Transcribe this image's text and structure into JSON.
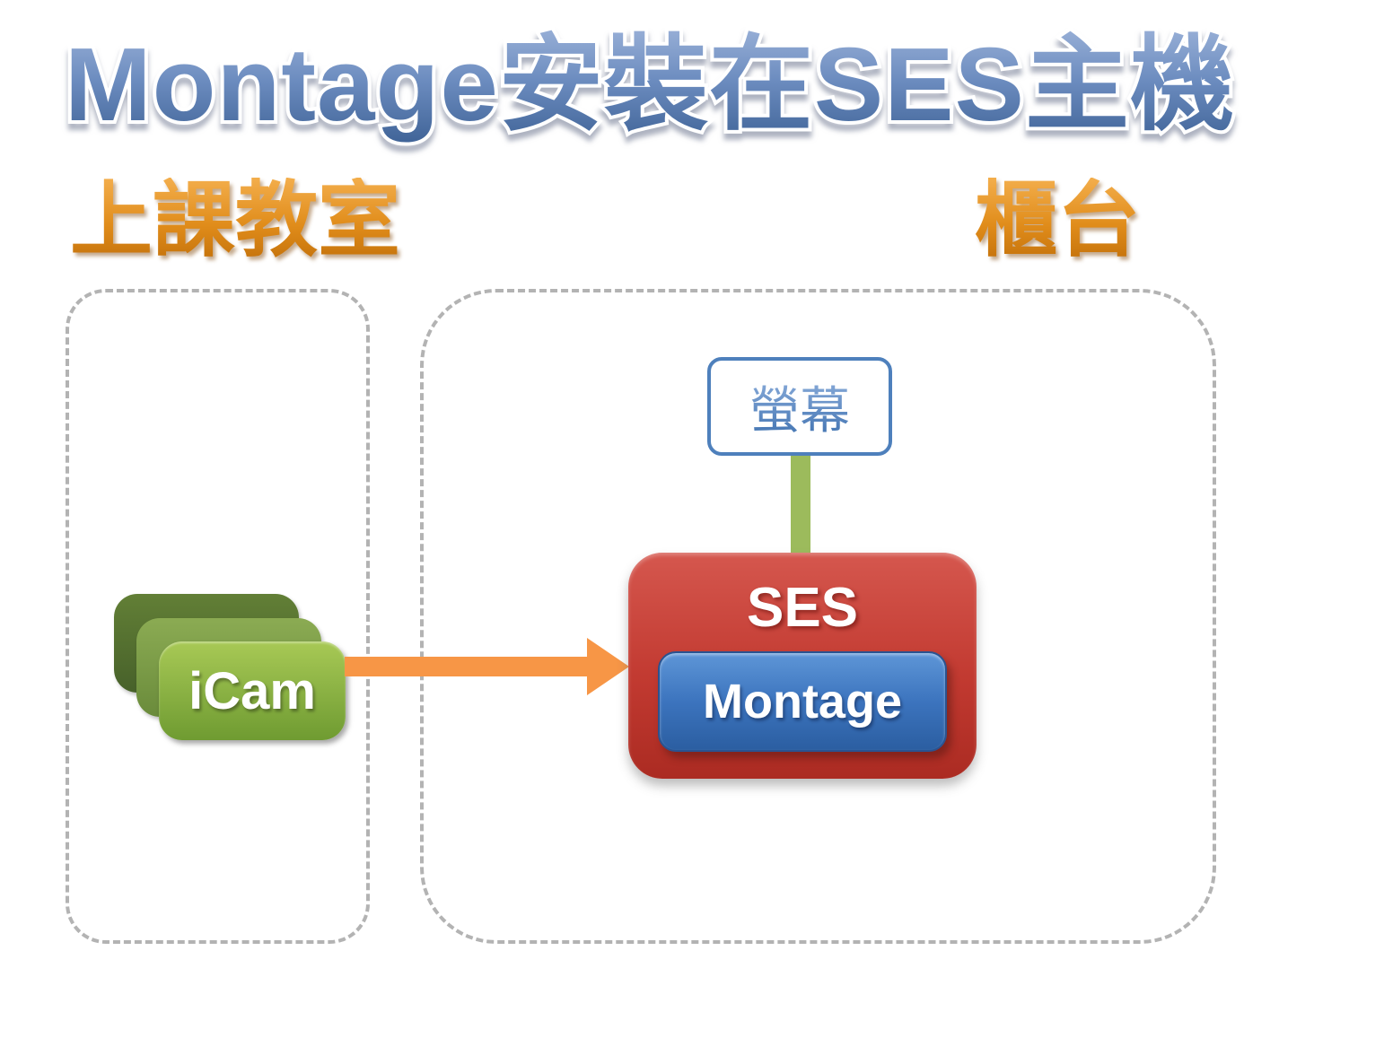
{
  "slide": {
    "title": "Montage安裝在SES主機",
    "zones": {
      "classroom": {
        "label": "上課教室"
      },
      "counter": {
        "label": "櫃台"
      }
    },
    "nodes": {
      "screen": {
        "label": "螢幕"
      },
      "ses": {
        "label": "SES"
      },
      "montage": {
        "label": "Montage"
      },
      "icam": {
        "label": "iCam"
      }
    },
    "colors": {
      "title_gradient_top": "#9AB1D8",
      "title_gradient_bottom": "#3F6397",
      "heading_orange_top": "#F3AE4C",
      "heading_orange_bottom": "#C2700A",
      "zone_dash_gray": "#B3B3B3",
      "screen_border_blue": "#4E80BC",
      "connector_green": "#9CBB5C",
      "ses_red": "#C23A31",
      "montage_blue": "#3C74BE",
      "icam_green_front": "#8BB244",
      "icam_green_middle": "#7C9E46",
      "icam_green_back": "#54702C",
      "arrow_orange": "#F79646"
    }
  }
}
